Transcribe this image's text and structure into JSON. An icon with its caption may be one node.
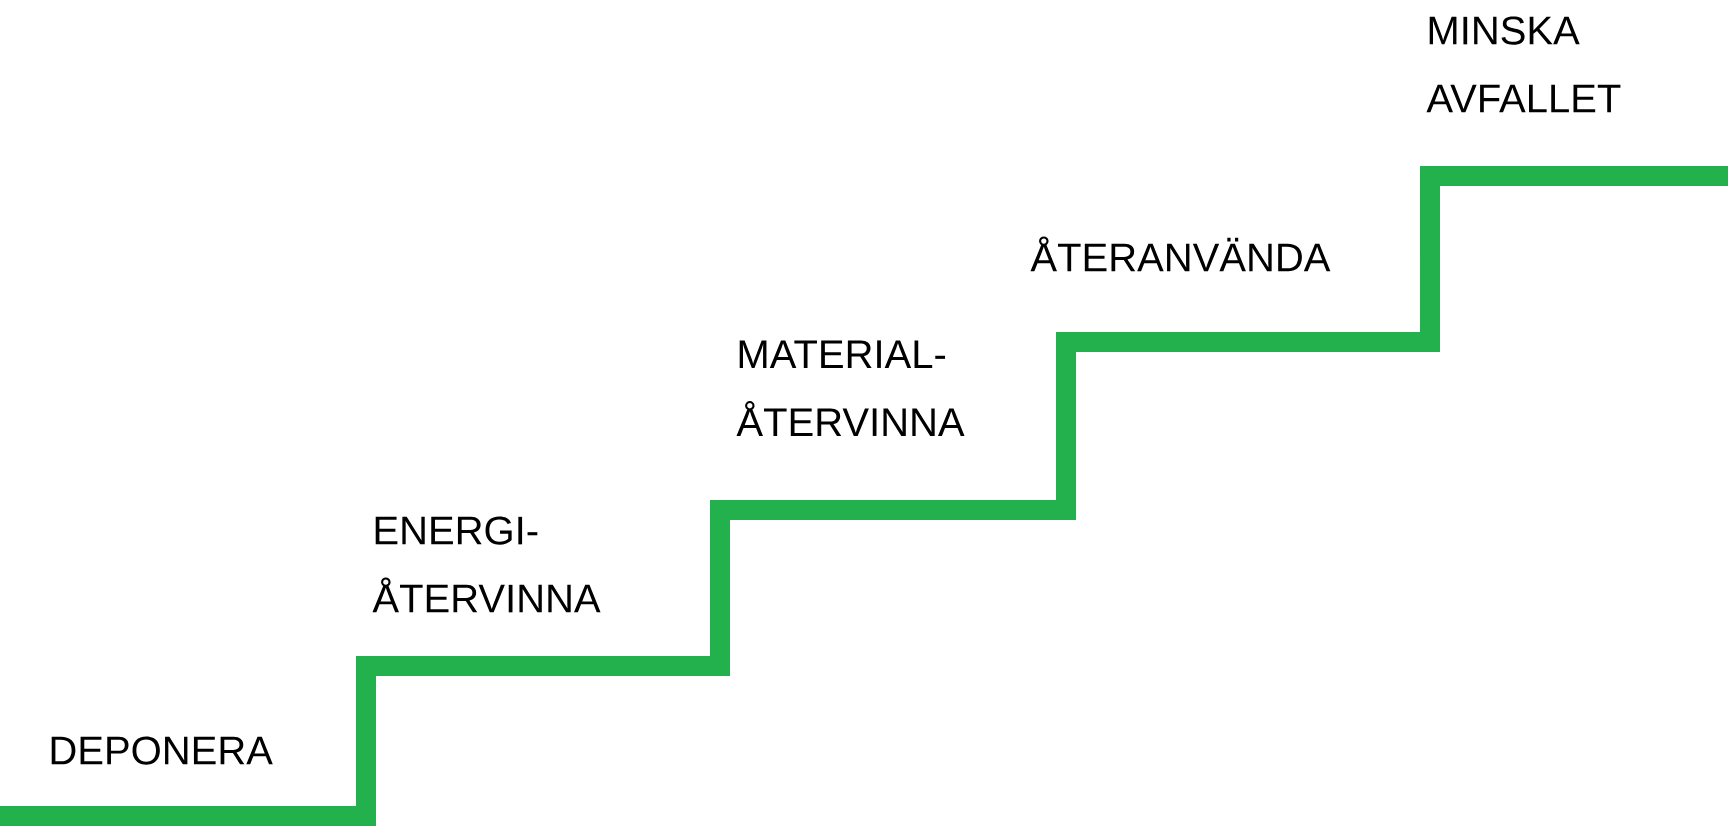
{
  "diagram": {
    "labels": [
      "MINSKA AVFALLET",
      "ÅTERANVÄNDA",
      "MATERIAL- ÅTERVINNA",
      "ENERGI- ÅTERVINNA",
      "DEPONERA"
    ]
  }
}
